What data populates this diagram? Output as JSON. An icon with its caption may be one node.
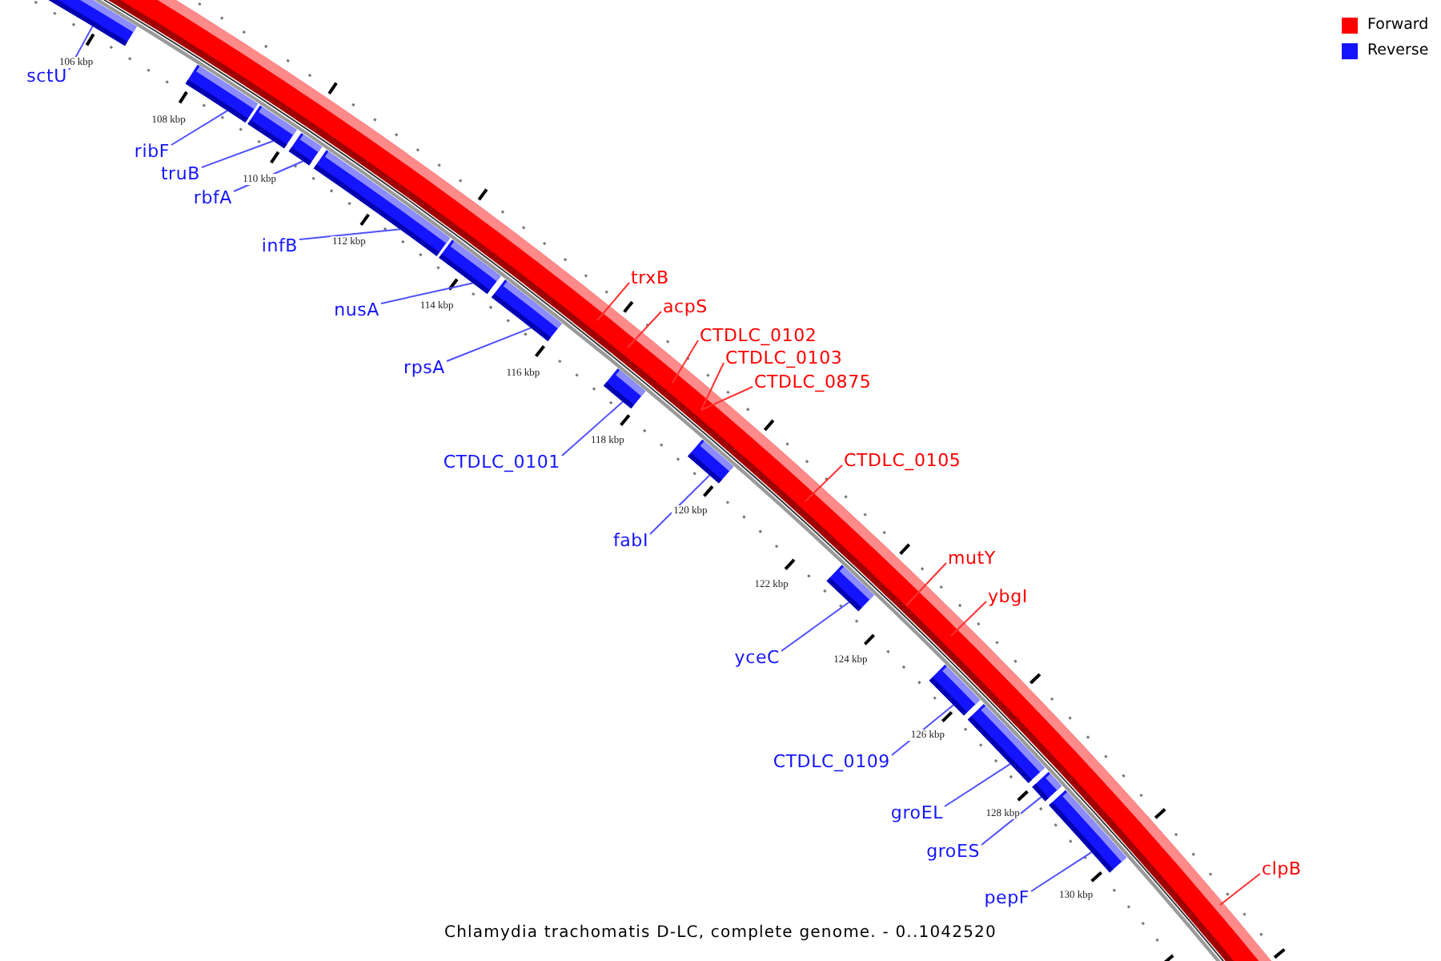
{
  "diagram": {
    "caption": "Chlamydia trachomatis D-LC, complete genome. - 0..1042520",
    "nodes": [
      {
        "text": [
          "sctU"
        ]
      },
      {
        "text": [
          "ribF"
        ]
      },
      {
        "text": [
          "truB"
        ]
      },
      {
        "text": [
          "rbfA"
        ]
      },
      {
        "text": [
          "infB"
        ]
      },
      {
        "text": [
          "nusA"
        ]
      },
      {
        "text": [
          "rpsA"
        ]
      },
      {
        "text": [
          "CTDLC_0101"
        ]
      },
      {
        "text": [
          "fabI"
        ]
      },
      {
        "text": [
          "yceC"
        ]
      },
      {
        "text": [
          "CTDLC_0109"
        ]
      },
      {
        "text": [
          "groEL"
        ]
      },
      {
        "text": [
          "groES"
        ]
      },
      {
        "text": [
          "pepF"
        ]
      },
      {
        "text": [],
        "shape": "bar"
      },
      {
        "text": [],
        "shape": "bar"
      },
      {
        "text": [],
        "shape": "bar"
      },
      {
        "text": [],
        "shape": "bar"
      },
      {
        "text": [],
        "shape": "bar"
      },
      {
        "text": [],
        "shape": "bar"
      },
      {
        "text": [],
        "shape": "bar"
      },
      {
        "text": [],
        "shape": "bar"
      },
      {
        "text": [],
        "shape": "bar"
      },
      {
        "text": [],
        "shape": "bar"
      },
      {
        "text": [],
        "shape": "bar"
      },
      {
        "text": [],
        "shape": "bar"
      },
      {
        "text": [],
        "shape": "bar"
      },
      {
        "text": [],
        "shape": "bar"
      },
      {
        "text": [
          "trxB"
        ]
      },
      {
        "text": [
          "acpS"
        ]
      },
      {
        "text": [
          "CTDLC_0102"
        ]
      },
      {
        "text": [
          "CTDLC_0103"
        ]
      },
      {
        "text": [
          "CTDLC_0875"
        ]
      },
      {
        "text": [
          "CTDLC_0105"
        ]
      },
      {
        "text": [
          "mutY"
        ]
      },
      {
        "text": [
          "ybgI"
        ]
      },
      {
        "text": [
          "clpB"
        ]
      }
    ],
    "edges": [
      {
        "from": 0,
        "to": 14,
        "arrow": "none"
      },
      {
        "from": 1,
        "to": 15,
        "arrow": "none"
      },
      {
        "from": 2,
        "to": 16,
        "arrow": "none"
      },
      {
        "from": 3,
        "to": 17,
        "arrow": "none"
      },
      {
        "from": 4,
        "to": 18,
        "arrow": "none"
      },
      {
        "from": 5,
        "to": 19,
        "arrow": "none"
      },
      {
        "from": 6,
        "to": 20,
        "arrow": "none"
      },
      {
        "from": 7,
        "to": 21,
        "arrow": "none"
      },
      {
        "from": 8,
        "to": 22,
        "arrow": "none"
      },
      {
        "from": 9,
        "to": 23,
        "arrow": "none"
      },
      {
        "from": 10,
        "to": 24,
        "arrow": "none"
      },
      {
        "from": 11,
        "to": 25,
        "arrow": "none"
      },
      {
        "from": 12,
        "to": 26,
        "arrow": "none"
      },
      {
        "from": 13,
        "to": 27,
        "arrow": "none"
      },
      {
        "from": 28,
        "to": null,
        "arrow": "none",
        "color": "#ff3030"
      },
      {
        "from": 29,
        "to": null,
        "arrow": "none",
        "color": "#ff3030"
      },
      {
        "from": 30,
        "to": null,
        "arrow": "none",
        "color": "#ff3030"
      },
      {
        "from": 31,
        "to": null,
        "arrow": "none",
        "color": "#ff3030"
      },
      {
        "from": 32,
        "to": null,
        "arrow": "none",
        "color": "#ff3030"
      },
      {
        "from": 33,
        "to": null,
        "arrow": "none",
        "color": "#ff3030"
      },
      {
        "from": 34,
        "to": null,
        "arrow": "none",
        "color": "#ff3030"
      },
      {
        "from": 35,
        "to": null,
        "arrow": "none",
        "color": "#ff3030"
      },
      {
        "from": 36,
        "to": null,
        "arrow": "none",
        "color": "#ff3030"
      }
    ],
    "labels": [
      "106 kbp",
      "108 kbp",
      "110 kbp",
      "112 kbp",
      "114 kbp",
      "116 kbp",
      "118 kbp",
      "120 kbp",
      "122 kbp",
      "124 kbp",
      "126 kbp",
      "128 kbp",
      "130 kbp"
    ],
    "legend": [
      {
        "text": "Forward",
        "color": "#ff0000"
      },
      {
        "text": "Reverse",
        "color": "#1414ff"
      }
    ]
  }
}
